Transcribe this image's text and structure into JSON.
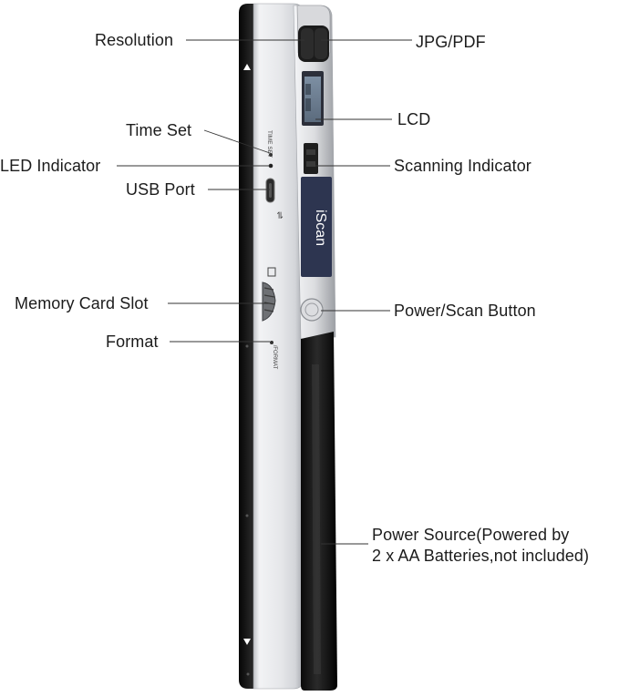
{
  "callouts": {
    "resolution": "Resolution",
    "jpg_pdf": "JPG/PDF",
    "time_set": "Time Set",
    "lcd": "LCD",
    "led_indicator": "LED Indicator",
    "scanning_indicator": "Scanning Indicator",
    "usb_port": "USB Port",
    "memory_card_slot": "Memory Card Slot",
    "power_scan_button": "Power/Scan Button",
    "format": "Format",
    "power_source_line1": "Power Source(Powered by",
    "power_source_line2": "2 x AA Batteries,not included)"
  },
  "device": {
    "brand": "iScan",
    "time_set_mark": "TIME SET",
    "format_mark": "/FORMAT"
  },
  "colors": {
    "body_silver": "#e8e9eb",
    "body_black": "#151515",
    "brand_panel": "#2d3550",
    "leader_line": "#333333"
  }
}
